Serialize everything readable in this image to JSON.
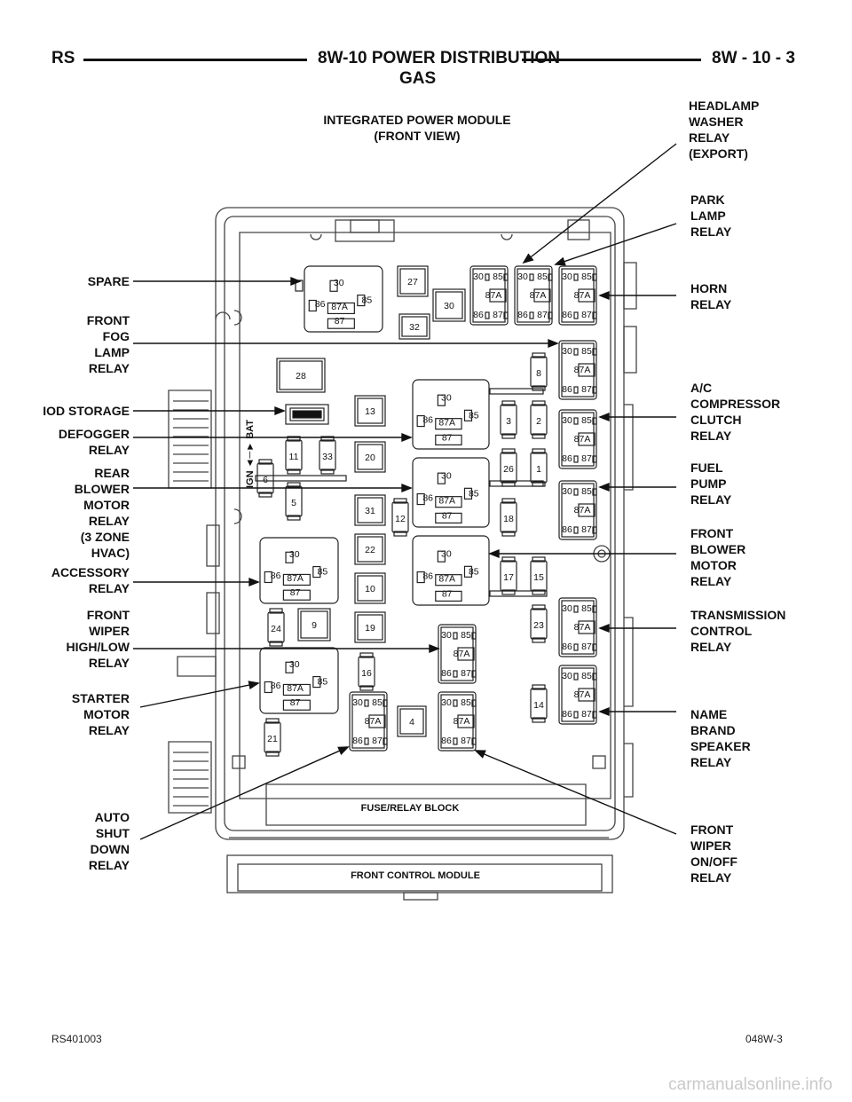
{
  "header": {
    "left": "RS",
    "title_line1": "8W-10 POWER DISTRIBUTION",
    "title_line2": "GAS",
    "right": "8W - 10 - 3"
  },
  "diagram": {
    "title": "INTEGRATED POWER MODULE\n(FRONT VIEW)",
    "section_fuse_block": "FUSE/RELAY BLOCK",
    "section_control_module": "FRONT CONTROL MODULE",
    "ign_bat": "IGN ◄─► BAT",
    "left_labels": {
      "spare": "SPARE",
      "front_fog": "FRONT\nFOG\nLAMP\nRELAY",
      "iod": "IOD STORAGE",
      "defogger": "DEFOGGER\nRELAY",
      "rear_blower": "REAR\nBLOWER\nMOTOR\nRELAY\n(3 ZONE\nHVAC)",
      "accessory": "ACCESSORY\nRELAY",
      "front_wiper_hl": "FRONT\nWIPER\nHIGH/LOW\nRELAY",
      "starter": "STARTER\nMOTOR\nRELAY",
      "asd": "AUTO\nSHUT\nDOWN\nRELAY"
    },
    "right_labels": {
      "headlamp_washer": "HEADLAMP\nWASHER\nRELAY\n(EXPORT)",
      "park_lamp": "PARK\nLAMP\nRELAY",
      "horn": "HORN\nRELAY",
      "ac_comp": "A/C\nCOMPRESSOR\nCLUTCH\nRELAY",
      "fuel_pump": "FUEL\nPUMP\nRELAY",
      "front_blower": "FRONT\nBLOWER\nMOTOR\nRELAY",
      "transmission": "TRANSMISSION\nCONTROL\nRELAY",
      "name_brand": "NAME\nBRAND\nSPEAKER\nRELAY",
      "front_wiper_onoff": "FRONT\nWIPER\nON/OFF\nRELAY"
    },
    "pin_labels": [
      "30",
      "85",
      "87A",
      "86",
      "87"
    ],
    "fuse_numbers": [
      "27",
      "30",
      "32",
      "28",
      "13",
      "20",
      "31",
      "22",
      "10",
      "19",
      "9",
      "4",
      "8",
      "2",
      "3",
      "1",
      "26",
      "18",
      "17",
      "15",
      "23",
      "14",
      "11",
      "33",
      "6",
      "5",
      "12",
      "24",
      "16",
      "21"
    ]
  },
  "footer": {
    "left_code": "RS401003",
    "right_code": "048W-3"
  },
  "watermark": "carmanualsonline.info"
}
